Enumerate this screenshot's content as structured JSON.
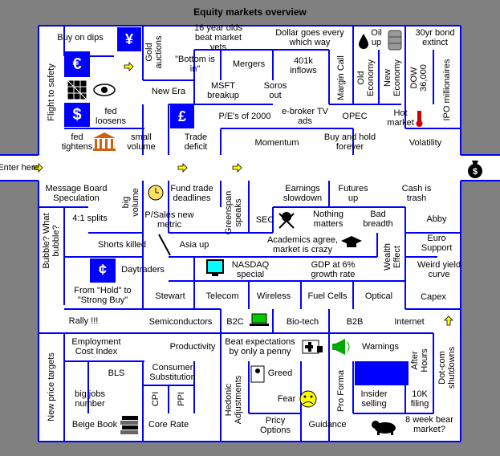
{
  "title": "Equity markets overview",
  "entrance": "Enter here",
  "labels": {
    "buy_on_dips": "Buy on dips",
    "yen": "¥",
    "gold_auctions": "Gold auctions",
    "sixteen_year_olds": "16 year olds beat market vets",
    "dollar_goes": "Dollar goes every which way",
    "oil_up": "Oil up",
    "thirty_yr_bond": "30yr bond extinct",
    "flight_to_safety": "Flight to safety",
    "euro": "€",
    "bottom_is_in": "\"Bottom is in\"",
    "mergers": "Mergers",
    "k401_inflows": "401k inflows",
    "margin_call": "Margin Call",
    "old_economy": "Old Economy",
    "new_economy": "New Economy",
    "dow_36000": "DOW 36,000",
    "ipo_millionaires": "IPO millionaires",
    "new_era": "New Era",
    "msft_breakup": "MSFT breakup",
    "soros_out": "Soros out",
    "dollar": "$",
    "fed_loosens": "fed loosens",
    "pound": "£",
    "pe_of_2000": "P/E's of 2000",
    "ebroker_tv_ads": "e-broker TV ads",
    "opec": "OPEC",
    "hot_market": "Hot market",
    "fed_tightens": "fed tightens",
    "small_volume": "small volume",
    "trade_deficit": "Trade deficit",
    "momentum": "Momentum",
    "buy_and_hold": "Buy and hold forever",
    "volatility": "Volatility",
    "message_board": "Message Board Speculation",
    "big_volume": "big volume",
    "fund_trade_deadlines": "Fund trade deadlines",
    "greenspan_speaks": "Greenspan speaks",
    "earnings_slowdown": "Earnings slowdown",
    "futures_up": "Futures up",
    "cash_is_trash": "Cash is trash",
    "bubble": "Bubble? What bubble?",
    "four_one_splits": "4:1 splits",
    "psales_metric": "P/Sales new metric",
    "sec": "SEC",
    "nothing_matters": "Nothing matters",
    "bad_breadth": "Bad breadth",
    "abby": "Abby",
    "shorts_killed": "Shorts killed",
    "asia_up": "Asia up",
    "academics_agree": "Academics agree, market is crazy",
    "wealth_effect": "Wealth Effect",
    "euro_support": "Euro Support",
    "cent": "¢",
    "daytraders": "Daytraders",
    "nasdaq_special": "NASDAQ special",
    "gdp_growth": "GDP at 6% growth rate",
    "weird_yield_curve": "Weird yield curve",
    "hold_to_strong_buy": "From \"Hold\" to \"Strong Buy\"",
    "stewart": "Stewart",
    "telecom": "Telecom",
    "wireless": "Wireless",
    "fuel_cells": "Fuel Cells",
    "optical": "Optical",
    "capex": "Capex",
    "rally": "Rally !!!",
    "semiconductors": "Semiconductors",
    "b2c": "B2C",
    "biotech": "Bio-tech",
    "b2b": "B2B",
    "internet": "Internet",
    "new_price_targets": "New price targets",
    "employment_cost_index": "Employment Cost Index",
    "productivity": "Productivity",
    "beat_expectations": "Beat expectations by only a penny",
    "warnings": "Warnings",
    "after_hours": "After Hours",
    "dotcom_shutdowns": "Dot-com shutdowns",
    "bls": "BLS",
    "consumer_substitution": "Consumer Substitution",
    "greed": "Greed",
    "big_jobs_number": "big jobs number",
    "cpi": "CPI",
    "ppi": "PPI",
    "hedonic_adjustments": "Hedonic Adjustments",
    "fear": "Fear",
    "pro_forma": "Pro Forma",
    "insider_selling": "Insider selling",
    "tenk_filing": "10K filing",
    "beige_book": "Beige Book",
    "core_rate": "Core Rate",
    "pricy_options": "Pricy Options",
    "guidance": "Guidance",
    "eight_week_bear": "8 week bear market?"
  },
  "colors": {
    "background": "#808080",
    "maze_floor": "#ffffff",
    "walls": "#0000ff",
    "accent_block": "#0000ff",
    "arrows": "#ffff00"
  },
  "icons": [
    "yen-block",
    "oil-drop-icon",
    "oil-barrel-icon",
    "euro-block",
    "grid-icon",
    "eye-icon",
    "dollar-block",
    "pound-block",
    "thermometer-icon",
    "bank-icon",
    "money-bag-icon",
    "clock-icon",
    "skull-crossbones-icon",
    "mortarboard-icon",
    "dagger-icon",
    "cent-block",
    "monitor-icon",
    "laptop-icon",
    "first-aid-kit-icon",
    "megaphone-icon",
    "piggy-bank-icon",
    "sad-face-icon",
    "books-icon",
    "bear-icon",
    "yellow-arrow-icon"
  ]
}
